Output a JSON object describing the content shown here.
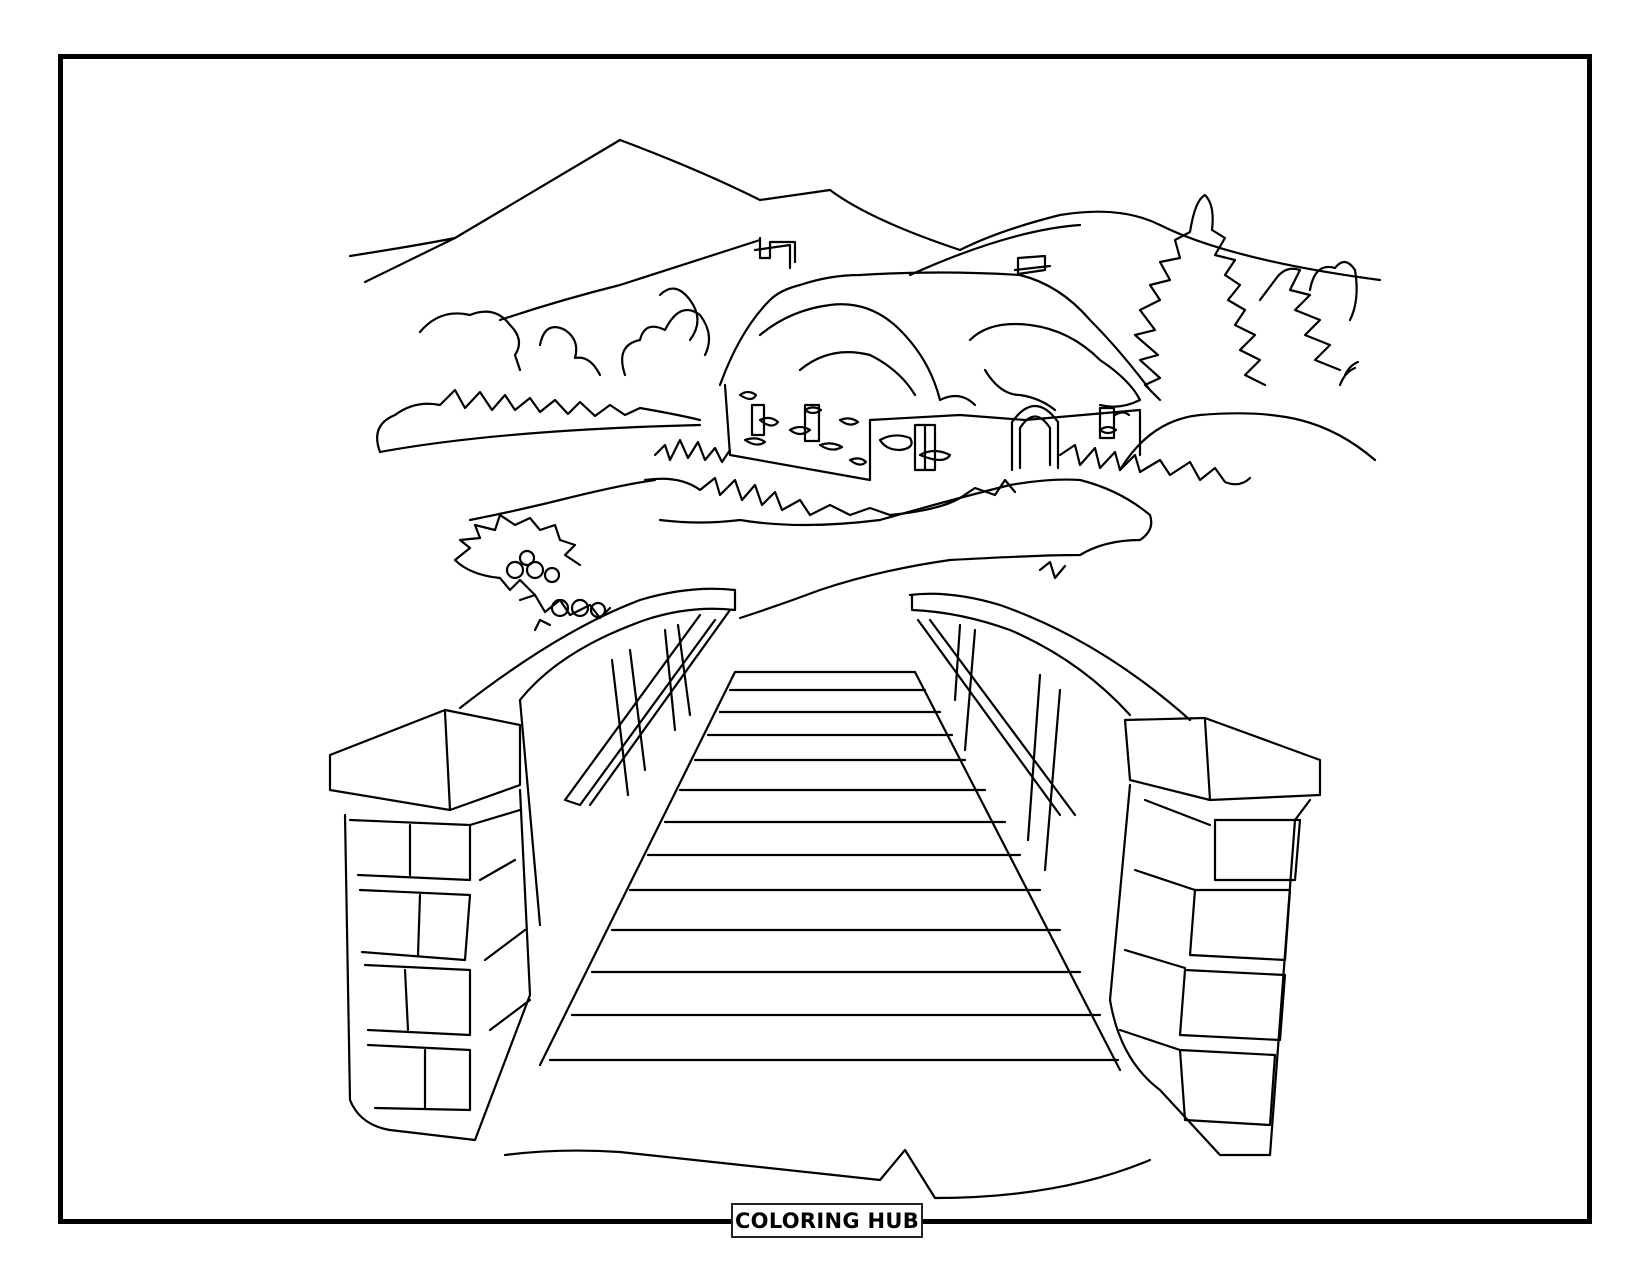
{
  "page": {
    "type": "coloring-page",
    "subject": "wooden footbridge leading to a stone thatched cottage with mountains and trees",
    "colors": {
      "line": "#000000",
      "background": "#ffffff"
    }
  },
  "logo": {
    "text": "COLORING HUB"
  }
}
